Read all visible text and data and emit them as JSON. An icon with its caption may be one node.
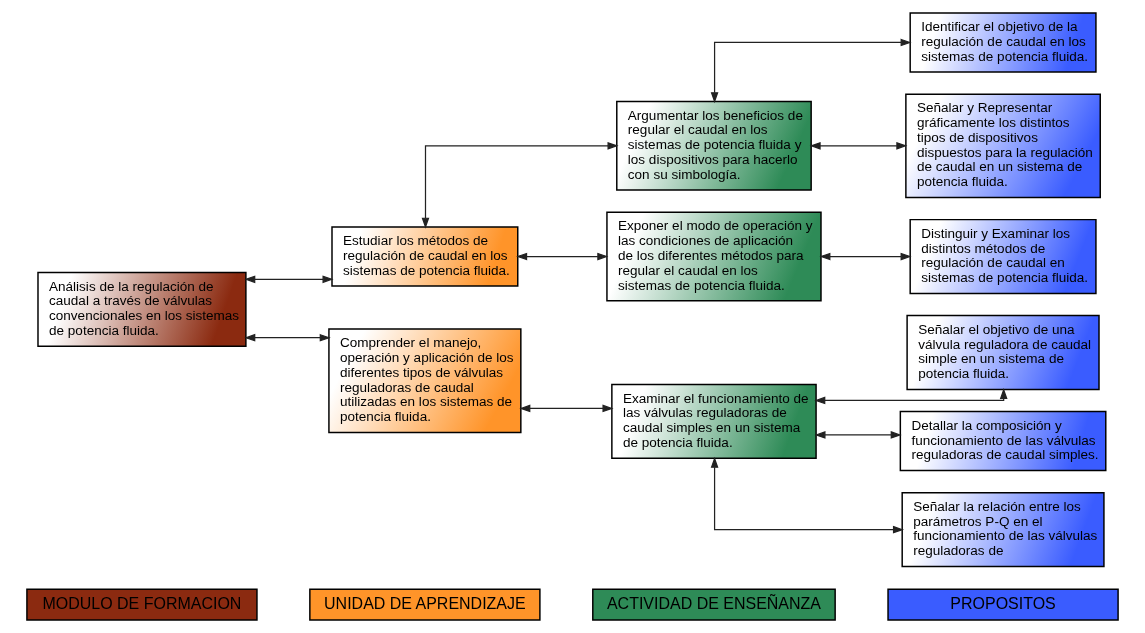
{
  "diagram": {
    "nodes": [
      {
        "text": [
          "MODULO DE FORMACION"
        ]
      },
      {
        "text": [
          "UNIDAD DE APRENDIZAJE"
        ]
      },
      {
        "text": [
          "ACTIVIDAD DE ENSEÑANZA"
        ]
      },
      {
        "text": [
          "PROPOSITOS"
        ]
      },
      {
        "text": [
          "Análisis de la regulación de caudal a través de válvulas convencionales en los sistemas de potencia fluida."
        ]
      },
      {
        "text": [
          "Estudiar los métodos de regulación de caudal en los sistemas de potencia fluida."
        ]
      },
      {
        "text": [
          "Comprender el manejo, operación y aplicación de los diferentes tipos de válvulas reguladoras de caudal utilizadas en los sistemas de potencia fluida."
        ]
      },
      {
        "text": [
          "Argumentar los beneficios de regular el caudal en los sistemas de potencia fluida y los dispositivos para hacerlo con su simbología."
        ]
      },
      {
        "text": [
          "Exponer el modo de operación y las condiciones de aplicación de los diferentes métodos para regular el caudal en los sistemas de potencia fluida."
        ]
      },
      {
        "text": [
          "Examinar el funcionamiento de las válvulas reguladoras de caudal simples en un sistema de potencia fluida."
        ]
      },
      {
        "text": [
          "Identificar el objetivo de la regulación de caudal en los sistemas de potencia fluida."
        ]
      },
      {
        "text": [
          "Señalar y Representar gráficamente los distintos tipos de dispositivos dispuestos para la regulación de caudal en un sistema de potencia fluida."
        ]
      },
      {
        "text": [
          "Distinguir y Examinar los distintos métodos de regulación de caudal en sistemas de potencia fluida."
        ]
      },
      {
        "text": [
          "Señalar el objetivo de una válvula reguladora de caudal simple en un sistema de potencia fluida."
        ]
      },
      {
        "text": [
          "Detallar la composición y funcionamiento de las válvulas reguladoras de caudal simples."
        ]
      },
      {
        "text": [
          "Señalar la relación entre los parámetros P-Q en el funcionamiento de las válvulas reguladoras de"
        ]
      }
    ],
    "edges": [
      {
        "from": 4,
        "to": 5,
        "arrow": "both"
      },
      {
        "from": 4,
        "to": 6,
        "arrow": "both"
      },
      {
        "from": 5,
        "to": 7,
        "arrow": "both"
      },
      {
        "from": 5,
        "to": 8,
        "arrow": "both"
      },
      {
        "from": 6,
        "to": 9,
        "arrow": "both"
      },
      {
        "from": 7,
        "to": 10,
        "arrow": "both"
      },
      {
        "from": 7,
        "to": 11,
        "arrow": "both"
      },
      {
        "from": 8,
        "to": 12,
        "arrow": "both"
      },
      {
        "from": 9,
        "to": 13,
        "arrow": "both"
      },
      {
        "from": 9,
        "to": 14,
        "arrow": "both"
      },
      {
        "from": 9,
        "to": 15,
        "arrow": "both"
      }
    ]
  }
}
